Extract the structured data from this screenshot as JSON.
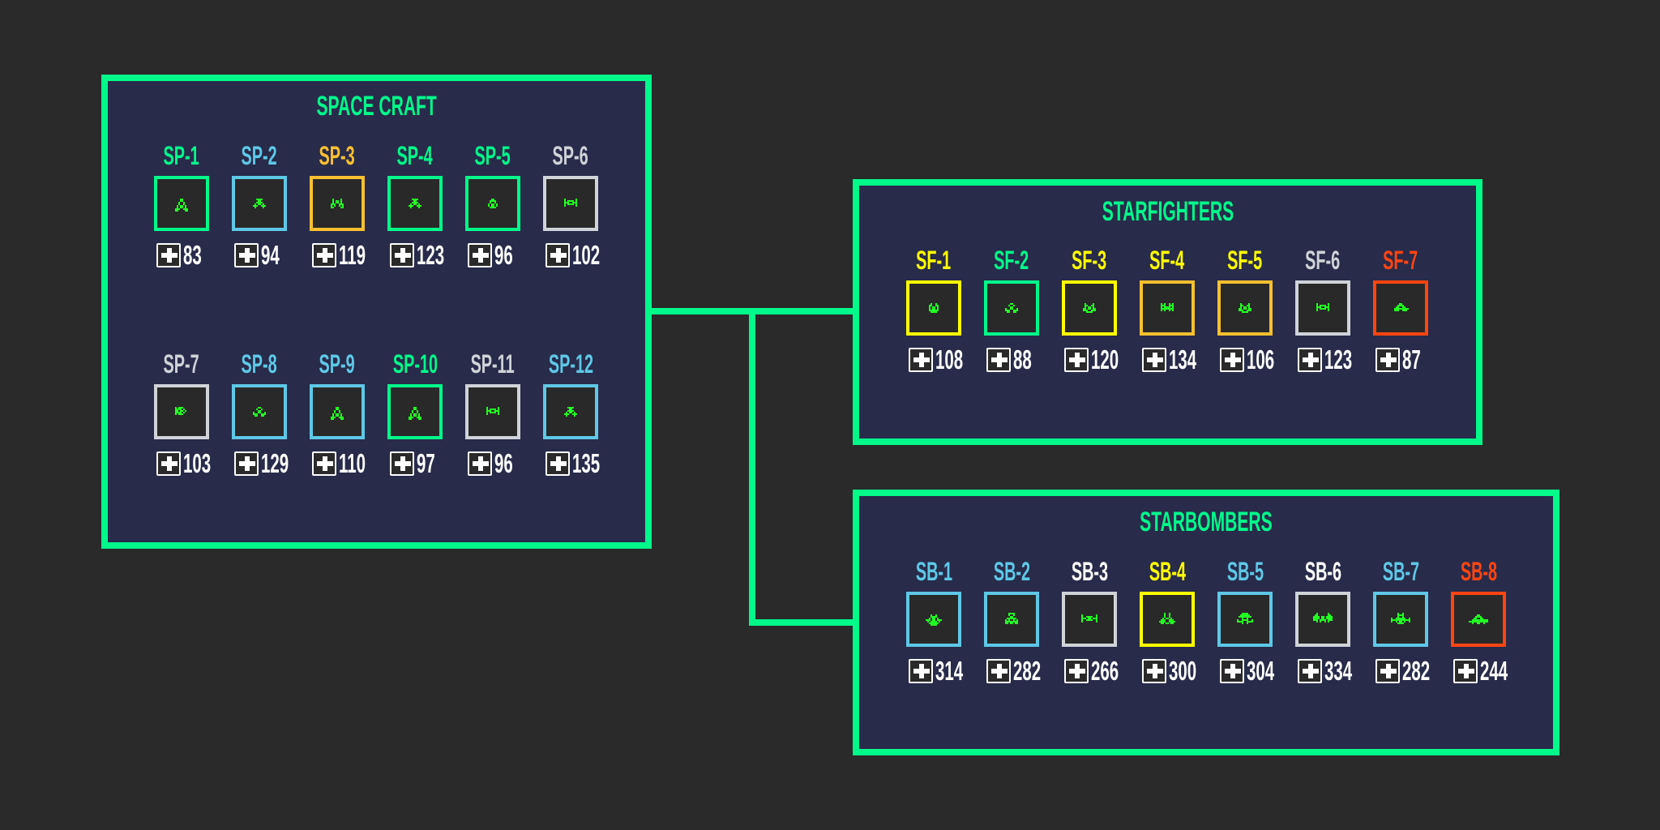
{
  "colors": {
    "background": "#2a2a2a",
    "panel": "#282b4a",
    "accent": "#00fa8a",
    "green": "#00fa8a",
    "blue": "#5ec8e6",
    "orange": "#f9c030",
    "yellow": "#ffff00",
    "gray": "#d0d3d8",
    "white": "#ffffff",
    "red": "#ff4512",
    "sprite": "#22ff22"
  },
  "panels": {
    "spacecraft": {
      "title": "SPACE CRAFT",
      "units": [
        {
          "id": "SP-1",
          "label_color": "green",
          "border_color": "green",
          "hp": "83",
          "sprite": "ship-a"
        },
        {
          "id": "SP-2",
          "label_color": "blue",
          "border_color": "blue",
          "hp": "94",
          "sprite": "ship-b"
        },
        {
          "id": "SP-3",
          "label_color": "orange",
          "border_color": "orange",
          "hp": "119",
          "sprite": "ship-c"
        },
        {
          "id": "SP-4",
          "label_color": "green",
          "border_color": "green",
          "hp": "123",
          "sprite": "ship-b"
        },
        {
          "id": "SP-5",
          "label_color": "green",
          "border_color": "green",
          "hp": "96",
          "sprite": "ship-d"
        },
        {
          "id": "SP-6",
          "label_color": "gray",
          "border_color": "gray",
          "hp": "102",
          "sprite": "ship-e"
        },
        {
          "id": "SP-7",
          "label_color": "gray",
          "border_color": "gray",
          "hp": "103",
          "sprite": "ship-f"
        },
        {
          "id": "SP-8",
          "label_color": "blue",
          "border_color": "blue",
          "hp": "129",
          "sprite": "ship-g"
        },
        {
          "id": "SP-9",
          "label_color": "blue",
          "border_color": "blue",
          "hp": "110",
          "sprite": "ship-a"
        },
        {
          "id": "SP-10",
          "label_color": "green",
          "border_color": "green",
          "hp": "97",
          "sprite": "ship-a"
        },
        {
          "id": "SP-11",
          "label_color": "gray",
          "border_color": "gray",
          "hp": "96",
          "sprite": "ship-e"
        },
        {
          "id": "SP-12",
          "label_color": "blue",
          "border_color": "blue",
          "hp": "135",
          "sprite": "ship-b"
        }
      ]
    },
    "starfighters": {
      "title": "STARFIGHTERS",
      "units": [
        {
          "id": "SF-1",
          "label_color": "yellow",
          "border_color": "yellow",
          "hp": "108",
          "sprite": "fighter-a"
        },
        {
          "id": "SF-2",
          "label_color": "green",
          "border_color": "green",
          "hp": "88",
          "sprite": "ship-g"
        },
        {
          "id": "SF-3",
          "label_color": "yellow",
          "border_color": "yellow",
          "hp": "120",
          "sprite": "fighter-b"
        },
        {
          "id": "SF-4",
          "label_color": "yellow",
          "border_color": "orange",
          "hp": "134",
          "sprite": "fighter-c"
        },
        {
          "id": "SF-5",
          "label_color": "yellow",
          "border_color": "orange",
          "hp": "106",
          "sprite": "fighter-b"
        },
        {
          "id": "SF-6",
          "label_color": "gray",
          "border_color": "gray",
          "hp": "123",
          "sprite": "ship-e"
        },
        {
          "id": "SF-7",
          "label_color": "red",
          "border_color": "red",
          "hp": "87",
          "sprite": "fighter-d"
        }
      ]
    },
    "starbombers": {
      "title": "STARBOMBERS",
      "units": [
        {
          "id": "SB-1",
          "label_color": "blue",
          "border_color": "blue",
          "hp": "314",
          "sprite": "bomber-a"
        },
        {
          "id": "SB-2",
          "label_color": "blue",
          "border_color": "blue",
          "hp": "282",
          "sprite": "bomber-b"
        },
        {
          "id": "SB-3",
          "label_color": "white",
          "border_color": "gray",
          "hp": "266",
          "sprite": "bomber-c"
        },
        {
          "id": "SB-4",
          "label_color": "yellow",
          "border_color": "yellow",
          "hp": "300",
          "sprite": "bomber-d"
        },
        {
          "id": "SB-5",
          "label_color": "blue",
          "border_color": "blue",
          "hp": "304",
          "sprite": "bomber-e"
        },
        {
          "id": "SB-6",
          "label_color": "white",
          "border_color": "gray",
          "hp": "334",
          "sprite": "bomber-f"
        },
        {
          "id": "SB-7",
          "label_color": "blue",
          "border_color": "blue",
          "hp": "282",
          "sprite": "bomber-g"
        },
        {
          "id": "SB-8",
          "label_color": "red",
          "border_color": "red",
          "hp": "244",
          "sprite": "bomber-h"
        }
      ]
    }
  },
  "icons": {
    "health": "health-plus-icon"
  }
}
